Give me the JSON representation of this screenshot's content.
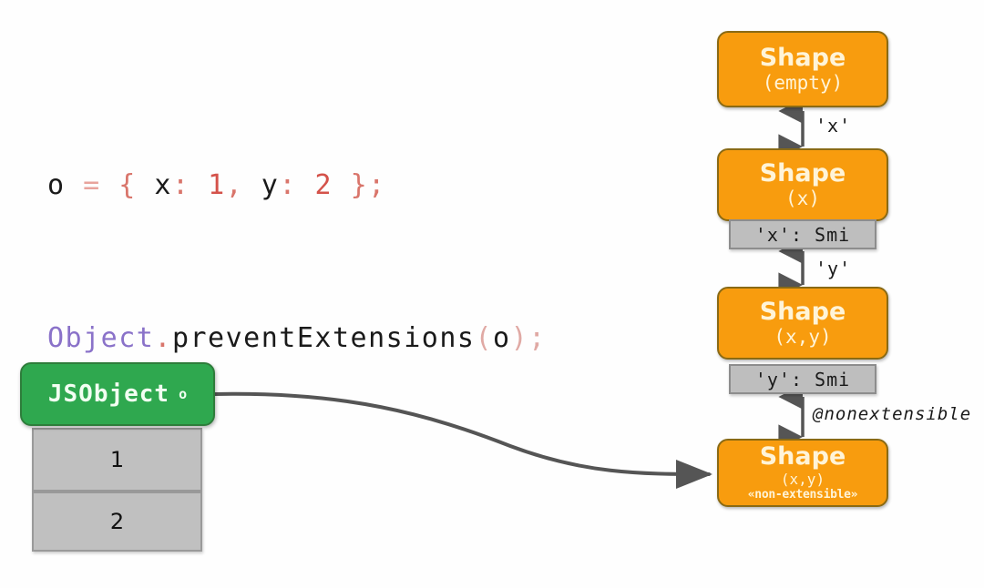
{
  "code": {
    "line1": [
      {
        "t": "o ",
        "c": "plain"
      },
      {
        "t": "= ",
        "c": "op"
      },
      {
        "t": "{ ",
        "c": "punct"
      },
      {
        "t": "x",
        "c": "plain"
      },
      {
        "t": ": ",
        "c": "punct"
      },
      {
        "t": "1",
        "c": "num"
      },
      {
        "t": ", ",
        "c": "punct"
      },
      {
        "t": "y",
        "c": "plain"
      },
      {
        "t": ": ",
        "c": "punct"
      },
      {
        "t": "2 ",
        "c": "num"
      },
      {
        "t": "};",
        "c": "punct"
      }
    ],
    "line2": [
      {
        "t": "Object",
        "c": "builtin"
      },
      {
        "t": ".",
        "c": "punct"
      },
      {
        "t": "preventExtensions",
        "c": "plain"
      },
      {
        "t": "(",
        "c": "paren"
      },
      {
        "t": "o",
        "c": "plain"
      },
      {
        "t": ");",
        "c": "paren"
      }
    ],
    "line1_text": "o = { x: 1, y: 2 };",
    "line2_text": "Object.preventExtensions(o);"
  },
  "shapes": [
    {
      "id": "shape-empty",
      "title": "Shape",
      "subtitle": "(empty)",
      "note": null,
      "property": null
    },
    {
      "id": "shape-x",
      "title": "Shape",
      "subtitle": "(x)",
      "note": null,
      "property": "'x': Smi"
    },
    {
      "id": "shape-xy",
      "title": "Shape",
      "subtitle": "(x,y)",
      "note": null,
      "property": "'y': Smi"
    },
    {
      "id": "shape-xy-nonextensible",
      "title": "Shape",
      "subtitle": "(x,y)",
      "note": "«non-extensible»",
      "property": null
    }
  ],
  "transitions": [
    {
      "id": "transition-x",
      "label": "'x'"
    },
    {
      "id": "transition-y",
      "label": "'y'"
    },
    {
      "id": "transition-nonextensible",
      "label": "@nonextensible"
    }
  ],
  "jsobject": {
    "name": "JSObject",
    "variable": "o",
    "slots": [
      "1",
      "2"
    ]
  },
  "colors": {
    "shape_fill": "#F89C0E",
    "shape_border": "#8A6A14",
    "shape_text": "#FFF4D8",
    "property_fill": "#BEBEBE",
    "property_border": "#8D8D8D",
    "jsobject_fill": "#2FA84F",
    "jsobject_border": "#2E7D3B",
    "slot_fill": "#C0C0C0",
    "arrow": "#555555",
    "background": "#FEFEFE"
  }
}
